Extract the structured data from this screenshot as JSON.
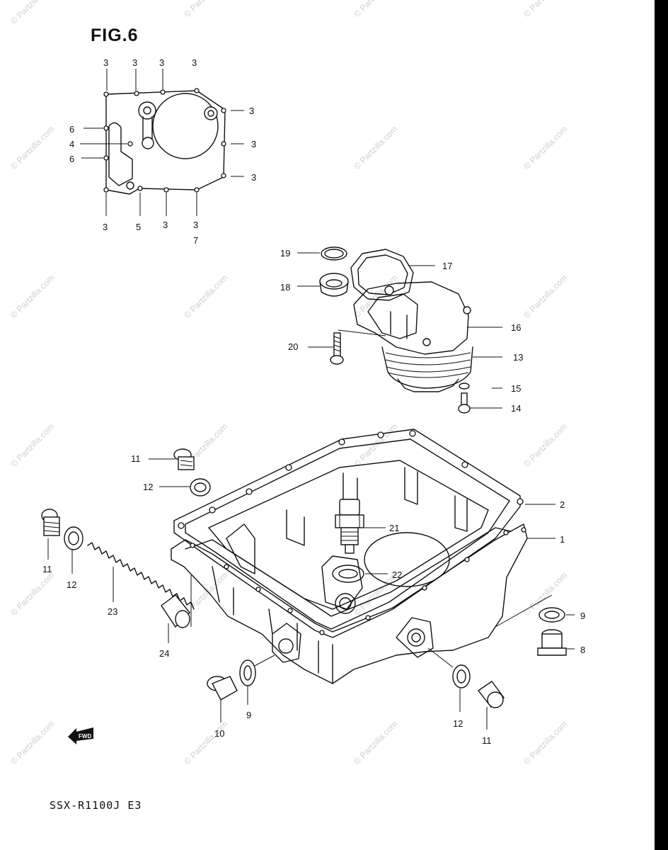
{
  "figure": {
    "title": "FIG.6",
    "model_code": "SSX-R1100J E3"
  },
  "watermark": "© Partzilla.com",
  "callouts_inset": [
    {
      "id": "c3a",
      "label": "3"
    },
    {
      "id": "c3b",
      "label": "3"
    },
    {
      "id": "c3c",
      "label": "3"
    },
    {
      "id": "c3d",
      "label": "3"
    },
    {
      "id": "c3e",
      "label": "3"
    },
    {
      "id": "c3f",
      "label": "3"
    },
    {
      "id": "c3g",
      "label": "3"
    },
    {
      "id": "c6a",
      "label": "6"
    },
    {
      "id": "c4",
      "label": "4"
    },
    {
      "id": "c6b",
      "label": "6"
    },
    {
      "id": "c3h",
      "label": "3"
    },
    {
      "id": "c5",
      "label": "5"
    },
    {
      "id": "c3i",
      "label": "3"
    },
    {
      "id": "c3j",
      "label": "3"
    },
    {
      "id": "c7",
      "label": "7"
    }
  ],
  "callouts_main": [
    {
      "id": "c19",
      "label": "19"
    },
    {
      "id": "c18",
      "label": "18"
    },
    {
      "id": "c17",
      "label": "17"
    },
    {
      "id": "c16",
      "label": "16"
    },
    {
      "id": "c20",
      "label": "20"
    },
    {
      "id": "c13",
      "label": "13"
    },
    {
      "id": "c15",
      "label": "15"
    },
    {
      "id": "c14",
      "label": "14"
    },
    {
      "id": "c11a",
      "label": "11"
    },
    {
      "id": "c12a",
      "label": "12"
    },
    {
      "id": "c2",
      "label": "2"
    },
    {
      "id": "c1",
      "label": "1"
    },
    {
      "id": "c21",
      "label": "21"
    },
    {
      "id": "c11b",
      "label": "11"
    },
    {
      "id": "c12b",
      "label": "12"
    },
    {
      "id": "c22",
      "label": "22"
    },
    {
      "id": "c23",
      "label": "23"
    },
    {
      "id": "c24",
      "label": "24"
    },
    {
      "id": "c9a",
      "label": "9"
    },
    {
      "id": "c8",
      "label": "8"
    },
    {
      "id": "c9b",
      "label": "9"
    },
    {
      "id": "c10",
      "label": "10"
    },
    {
      "id": "c12c",
      "label": "12"
    },
    {
      "id": "c11c",
      "label": "11"
    }
  ],
  "fwd_label": "FWD",
  "colors": {
    "ink": "#111111",
    "watermark": "#cfcfcf",
    "edge_bar": "#000000"
  }
}
